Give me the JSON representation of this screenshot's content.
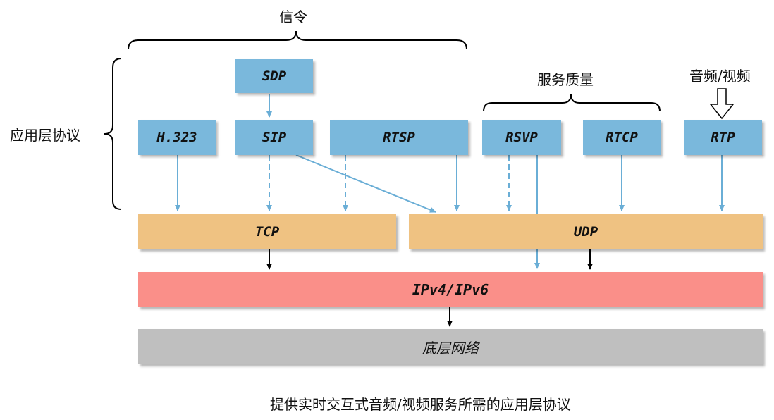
{
  "labels": {
    "signaling": "信令",
    "app_layer": "应用层协议",
    "qos": "服务质量",
    "av": "音频/视频",
    "caption": "提供实时交互式音频/视频服务所需的应用层协议"
  },
  "protocols": {
    "sdp": "SDP",
    "h323": "H.323",
    "sip": "SIP",
    "rtsp": "RTSP",
    "rsvp": "RSVP",
    "rtcp": "RTCP",
    "rtp": "RTP"
  },
  "transport": {
    "tcp": "TCP",
    "udp": "UDP"
  },
  "network": {
    "ip": "IPv4/IPv6",
    "underlying": "底层网络"
  },
  "colors": {
    "protocol_box": "#7ab8dc",
    "transport_box": "#efc282",
    "ip_box": "#fa8f89",
    "network_box": "#bfbfbf",
    "arrow_blue": "#6aaed6",
    "arrow_black": "#000000"
  }
}
